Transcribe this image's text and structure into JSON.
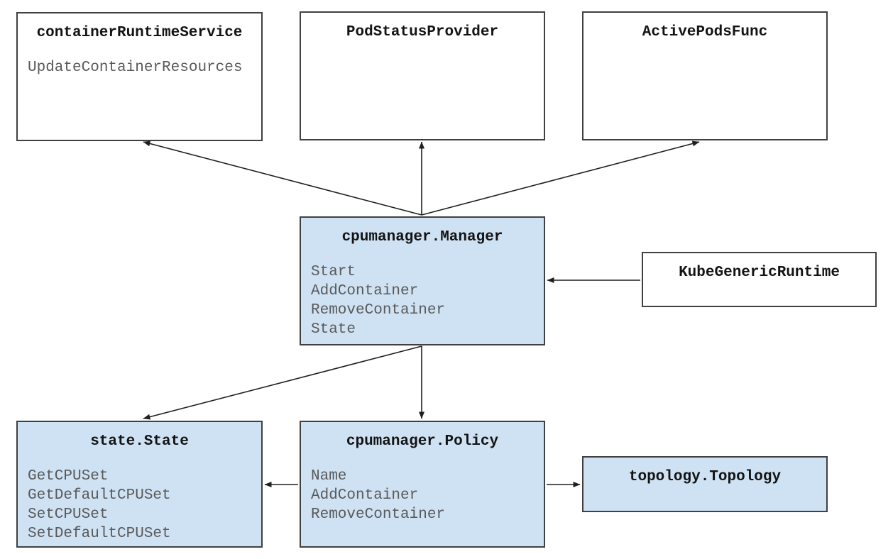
{
  "boxes": [
    {
      "id": "container-runtime-service",
      "title": "containerRuntimeService",
      "methods": [
        "UpdateContainerResources"
      ],
      "variant": "white"
    },
    {
      "id": "pod-status-provider",
      "title": "PodStatusProvider",
      "methods": [],
      "variant": "white"
    },
    {
      "id": "active-pods-func",
      "title": "ActivePodsFunc",
      "methods": [],
      "variant": "white"
    },
    {
      "id": "cpumanager-manager",
      "title": "cpumanager.Manager",
      "methods": [
        "Start",
        "AddContainer",
        "RemoveContainer",
        "State"
      ],
      "variant": "blue"
    },
    {
      "id": "kube-generic-runtime",
      "title": "KubeGenericRuntime",
      "methods": [],
      "variant": "white"
    },
    {
      "id": "state-state",
      "title": "state.State",
      "methods": [
        "GetCPUSet",
        "GetDefaultCPUSet",
        "SetCPUSet",
        "SetDefaultCPUSet"
      ],
      "variant": "blue"
    },
    {
      "id": "cpumanager-policy",
      "title": "cpumanager.Policy",
      "methods": [
        "Name",
        "AddContainer",
        "RemoveContainer"
      ],
      "variant": "blue"
    },
    {
      "id": "topology-topology",
      "title": "topology.Topology",
      "methods": [],
      "variant": "blue"
    }
  ],
  "edges": [
    {
      "from": "cpumanager.Manager",
      "to": "containerRuntimeService"
    },
    {
      "from": "cpumanager.Manager",
      "to": "PodStatusProvider"
    },
    {
      "from": "cpumanager.Manager",
      "to": "ActivePodsFunc"
    },
    {
      "from": "KubeGenericRuntime",
      "to": "cpumanager.Manager"
    },
    {
      "from": "cpumanager.Manager",
      "to": "state.State"
    },
    {
      "from": "cpumanager.Manager",
      "to": "cpumanager.Policy"
    },
    {
      "from": "cpumanager.Policy",
      "to": "state.State"
    },
    {
      "from": "cpumanager.Policy",
      "to": "topology.Topology"
    }
  ],
  "colors": {
    "node_fill_blue": "#cfe2f3",
    "node_fill_white": "#ffffff",
    "border": "#404040",
    "title_text": "#131313",
    "method_text": "#595959",
    "arrow": "#1f1f1f",
    "background": "#ffffff"
  }
}
